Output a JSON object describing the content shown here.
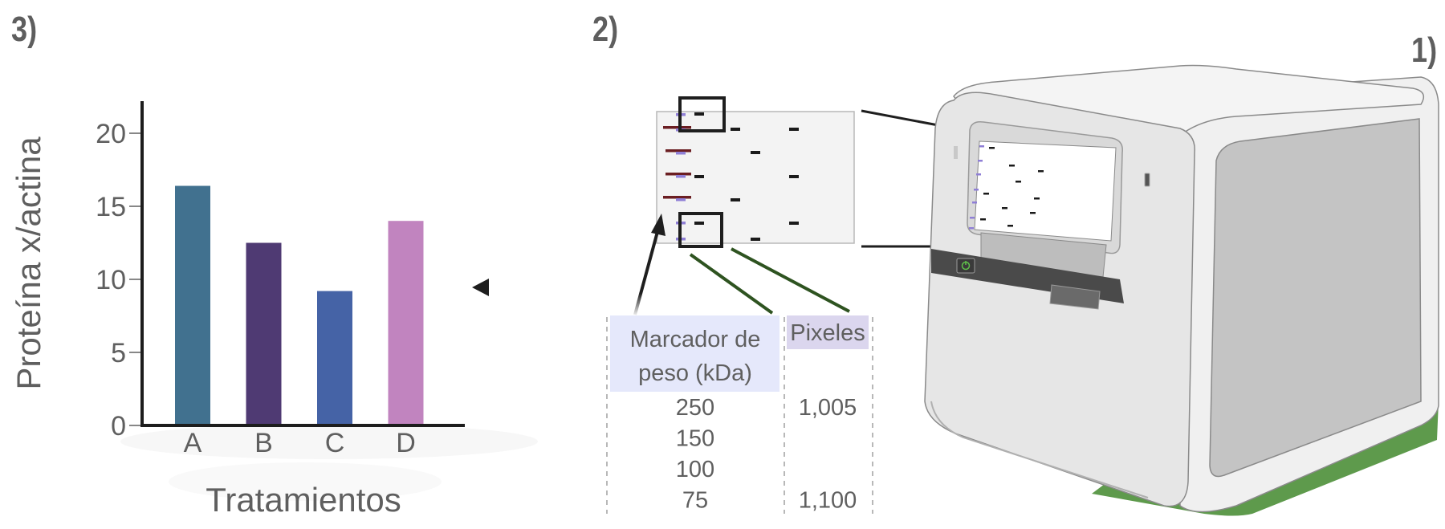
{
  "steps": {
    "step1_label": "1)",
    "step2_label": "2)",
    "step3_label": "3)"
  },
  "chart_data": {
    "type": "bar",
    "title": "",
    "xlabel": "Tratamientos",
    "ylabel": "Proteína x/actina",
    "categories": [
      "A",
      "B",
      "C",
      "D"
    ],
    "values": [
      16.4,
      12.5,
      9.2,
      14.0
    ],
    "colors": [
      "#41718f",
      "#4f3a73",
      "#4563a6",
      "#c184bf"
    ],
    "ylim": [
      0,
      22
    ],
    "yticks": [
      0,
      5,
      10,
      15,
      20
    ],
    "grid": false,
    "legend": "none"
  },
  "table": {
    "header_col1_line1": "Marcador de",
    "header_col1_line2": "peso (kDa)",
    "header_col2": "Pixeles",
    "rows": [
      {
        "marker": "250",
        "pixels": "1,005"
      },
      {
        "marker": "150",
        "pixels": ""
      },
      {
        "marker": "100",
        "pixels": ""
      },
      {
        "marker": "75",
        "pixels": "1,100"
      }
    ]
  },
  "gel": {
    "ladder_color": "#6b1e22",
    "marker_color": "#8f7fd6",
    "band_color": "#1a1a1a",
    "selection_color": "#1e1e1e",
    "connector_color": "#2e5320"
  },
  "imager": {
    "power_icon": "power-icon",
    "accent_color": "#5e9a4c"
  }
}
